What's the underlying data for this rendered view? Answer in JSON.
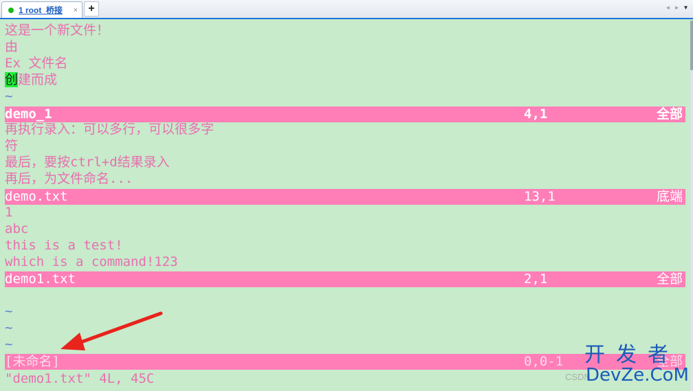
{
  "tabbar": {
    "tab_label": "1 root_桥接",
    "tab_close": "×",
    "add_label": "+",
    "nav_left": "◂",
    "nav_right": "▸",
    "dropdown": "▾",
    "status_dot_color": "#19b81e"
  },
  "editor": {
    "pane1": {
      "line1": "这是一个新文件！",
      "line2": "由",
      "line3": "Ex 文件名",
      "line4_cursor": "创",
      "line4_rest": "建而成",
      "tilde": "~"
    },
    "status1": {
      "name": "demo_1",
      "pos": "4,1",
      "pct": "全部"
    },
    "pane2": {
      "line1": "再执行录入：可以多行，可以很多字",
      "line2": "符",
      "line3": "最后，要按ctrl+d结果录入",
      "line4": "再后，为文件命名..."
    },
    "status2": {
      "name": "demo.txt",
      "pos": "13,1",
      "pct": "底端"
    },
    "pane3": {
      "line1": "1",
      "line2": "abc",
      "line3": "this is a test!",
      "line4": "which is a command!123"
    },
    "status3": {
      "name": "demo1.txt",
      "pos": "2,1",
      "pct": "全部"
    },
    "pane4": {
      "tilde1": "~",
      "tilde2": "~",
      "tilde3": "~"
    },
    "status4": {
      "name": "[未命名]",
      "pos": "0,0-1",
      "pct": "全部"
    },
    "message": "\"demo1.txt\" 4L, 45C"
  },
  "watermark": {
    "cn": "开发者",
    "en": "DevZe.CoM",
    "csdn": "CSDN"
  },
  "colors": {
    "background": "#c7ebcb",
    "text": "#e96fb0",
    "statusbar": "#ff7eb8",
    "cursor": "#20ee3a",
    "tilde": "#5b7fd6",
    "arrow": "#e8241d"
  }
}
